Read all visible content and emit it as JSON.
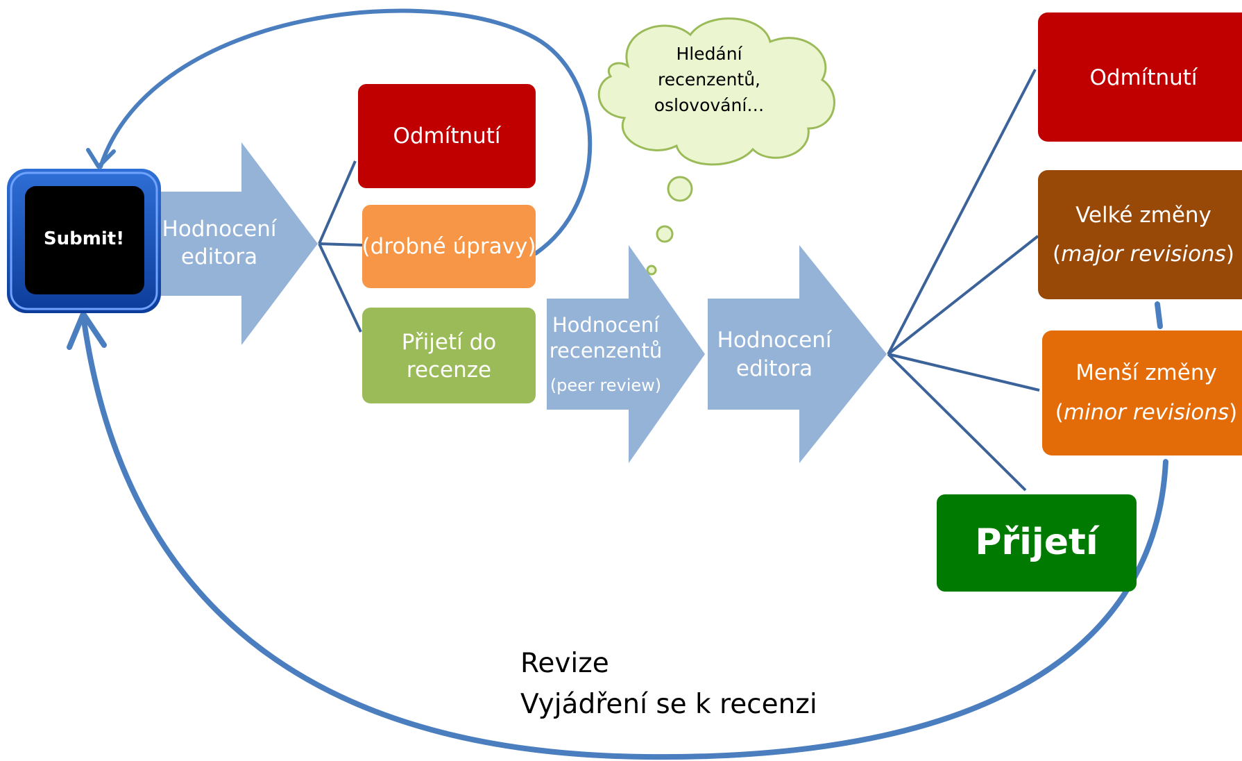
{
  "colors": {
    "loop_blue": "#4a7ebf",
    "arrow_fill": "#95b3d7",
    "connector": "#3b6299",
    "reject_red": "#c00000",
    "minor_orange": "#f79646",
    "accept_green": "#9bbb59",
    "major_brown": "#984807",
    "minor_dark_orange": "#e36c09",
    "final_green": "#007a00",
    "cloud_fill": "#ebf5d0",
    "cloud_stroke": "#9bbb59"
  },
  "submit": {
    "label": "Submit!"
  },
  "step1": {
    "line1": "Hodnocení",
    "line2": "editora"
  },
  "first_decision": {
    "reject": "Odmítnutí",
    "minor": "(drobné úpravy)",
    "accept_line1": "Přijetí do",
    "accept_line2": "recenze"
  },
  "cloud": {
    "line1": "Hledání",
    "line2": "recenzentů,",
    "line3": "oslovování…"
  },
  "step2": {
    "line1": "Hodnocení",
    "line2": "recenzentů",
    "note": "(peer review)"
  },
  "step3": {
    "line1": "Hodnocení",
    "line2": "editora"
  },
  "final_decision": {
    "reject": "Odmítnutí",
    "major_line1": "Velké změny",
    "major_open": "(",
    "major_italic": "major revisions",
    "major_close": ")",
    "minor_line1": "Menší změny",
    "minor_open": "(",
    "minor_italic": "minor revisions",
    "minor_close": ")",
    "accept": "Přijetí"
  },
  "loop_note": {
    "line1": "Revize",
    "line2": "Vyjádření se k recenzi"
  }
}
